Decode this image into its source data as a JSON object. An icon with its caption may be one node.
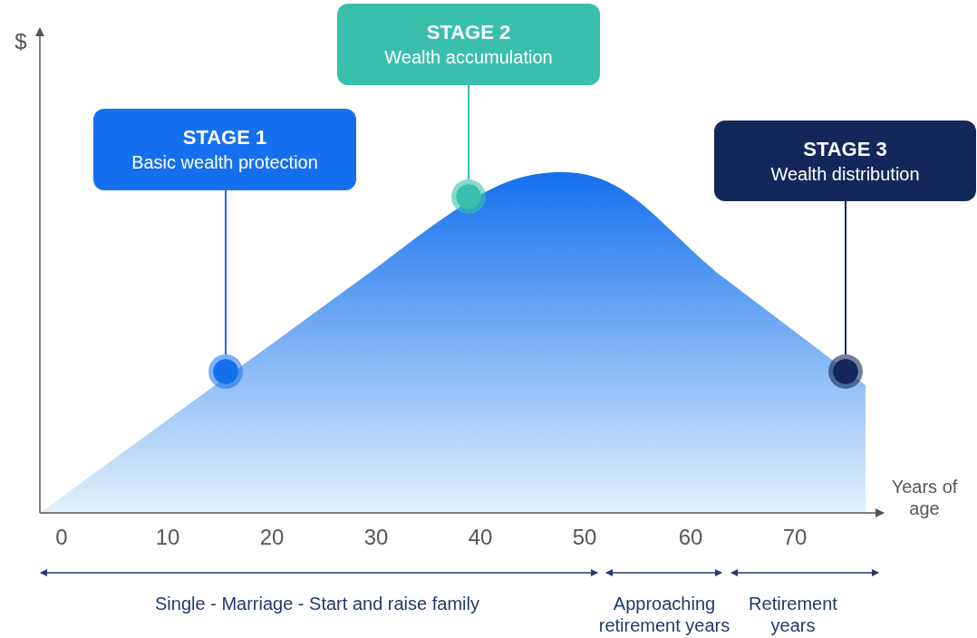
{
  "diagram": {
    "nodes": [
      {
        "text": [
          "STAGE 1",
          "Basic wealth protection"
        ]
      },
      {
        "text": [],
        "shape": "circle"
      },
      {
        "text": [
          "STAGE 2",
          "Wealth accumulation"
        ]
      },
      {
        "text": [],
        "shape": "circle"
      },
      {
        "text": [
          "STAGE 3",
          "Wealth distribution"
        ]
      },
      {
        "text": [],
        "shape": "circle"
      }
    ],
    "edges": [
      {
        "from": 0,
        "to": 1,
        "arrow": "none",
        "color": "#1570ef"
      },
      {
        "from": 2,
        "to": 3,
        "arrow": "none",
        "color": "#3bbfad"
      },
      {
        "from": 4,
        "to": 5,
        "arrow": "none",
        "color": "#13285a"
      }
    ],
    "labels": [
      "$",
      "Years of age",
      "0",
      "10",
      "20",
      "30",
      "40",
      "50",
      "60",
      "70",
      "Single - Marriage - Start and raise family",
      "Approaching retirement years",
      "Retirement years"
    ]
  }
}
